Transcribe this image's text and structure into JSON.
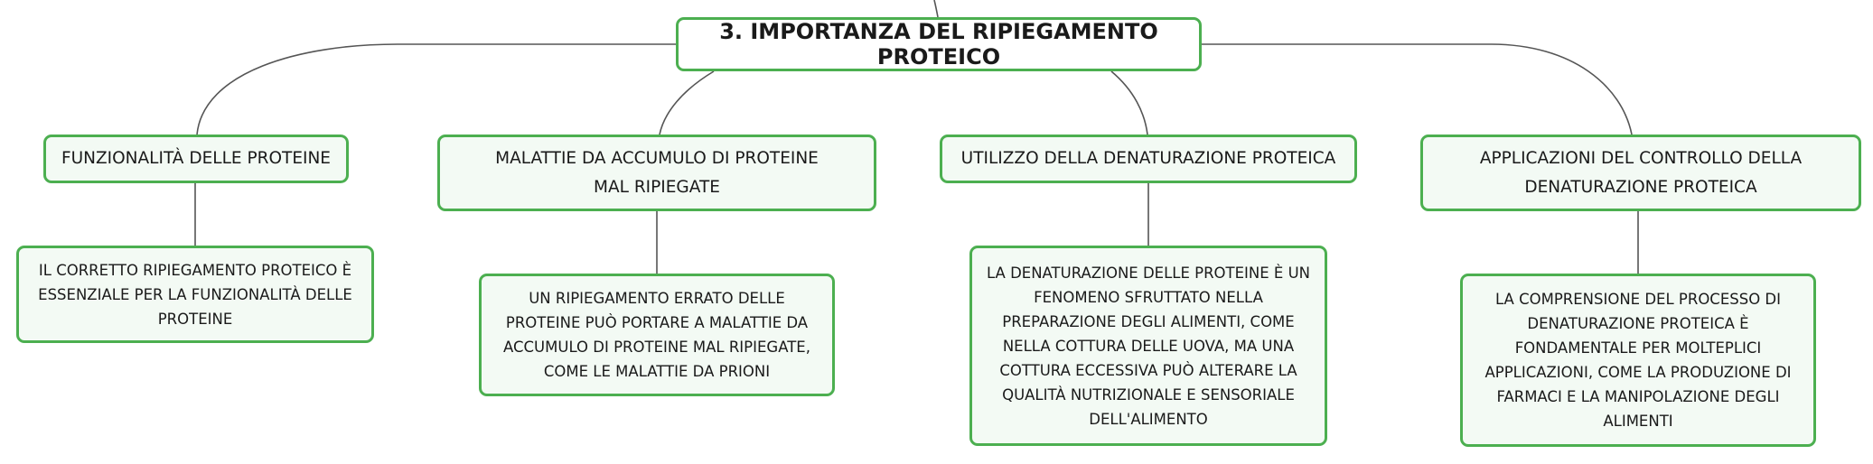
{
  "root": {
    "title": "3. IMPORTANZA DEL RIPIEGAMENTO PROTEICO"
  },
  "topics": [
    {
      "label": "FUNZIONALITÀ DELLE PROTEINE",
      "detail": "IL CORRETTO RIPIEGAMENTO PROTEICO È ESSENZIALE PER LA FUNZIONALITÀ DELLE PROTEINE"
    },
    {
      "label": "MALATTIE DA ACCUMULO DI PROTEINE MAL RIPIEGATE",
      "detail": "UN RIPIEGAMENTO ERRATO DELLE PROTEINE PUÒ PORTARE A MALATTIE DA ACCUMULO DI PROTEINE MAL RIPIEGATE, COME LE MALATTIE DA PRIONI"
    },
    {
      "label": "UTILIZZO DELLA DENATURAZIONE PROTEICA",
      "detail": "LA DENATURAZIONE DELLE PROTEINE È UN FENOMENO SFRUTTATO NELLA PREPARAZIONE DEGLI ALIMENTI, COME NELLA COTTURA DELLE UOVA, MA UNA COTTURA ECCESSIVA PUÒ ALTERARE LA QUALITÀ NUTRIZIONALE E SENSORIALE DELL'ALIMENTO"
    },
    {
      "label": "APPLICAZIONI DEL CONTROLLO DELLA DENATURAZIONE PROTEICA",
      "detail": "LA COMPRENSIONE DEL PROCESSO DI DENATURAZIONE PROTEICA È FONDAMENTALE PER MOLTEPLICI APPLICAZIONI, COME LA PRODUZIONE DI FARMACI E LA MANIPOLAZIONE DEGLI ALIMENTI"
    }
  ],
  "colors": {
    "node_border": "#4caf50",
    "node_fill": "#f3faf4",
    "connector": "#555555"
  }
}
